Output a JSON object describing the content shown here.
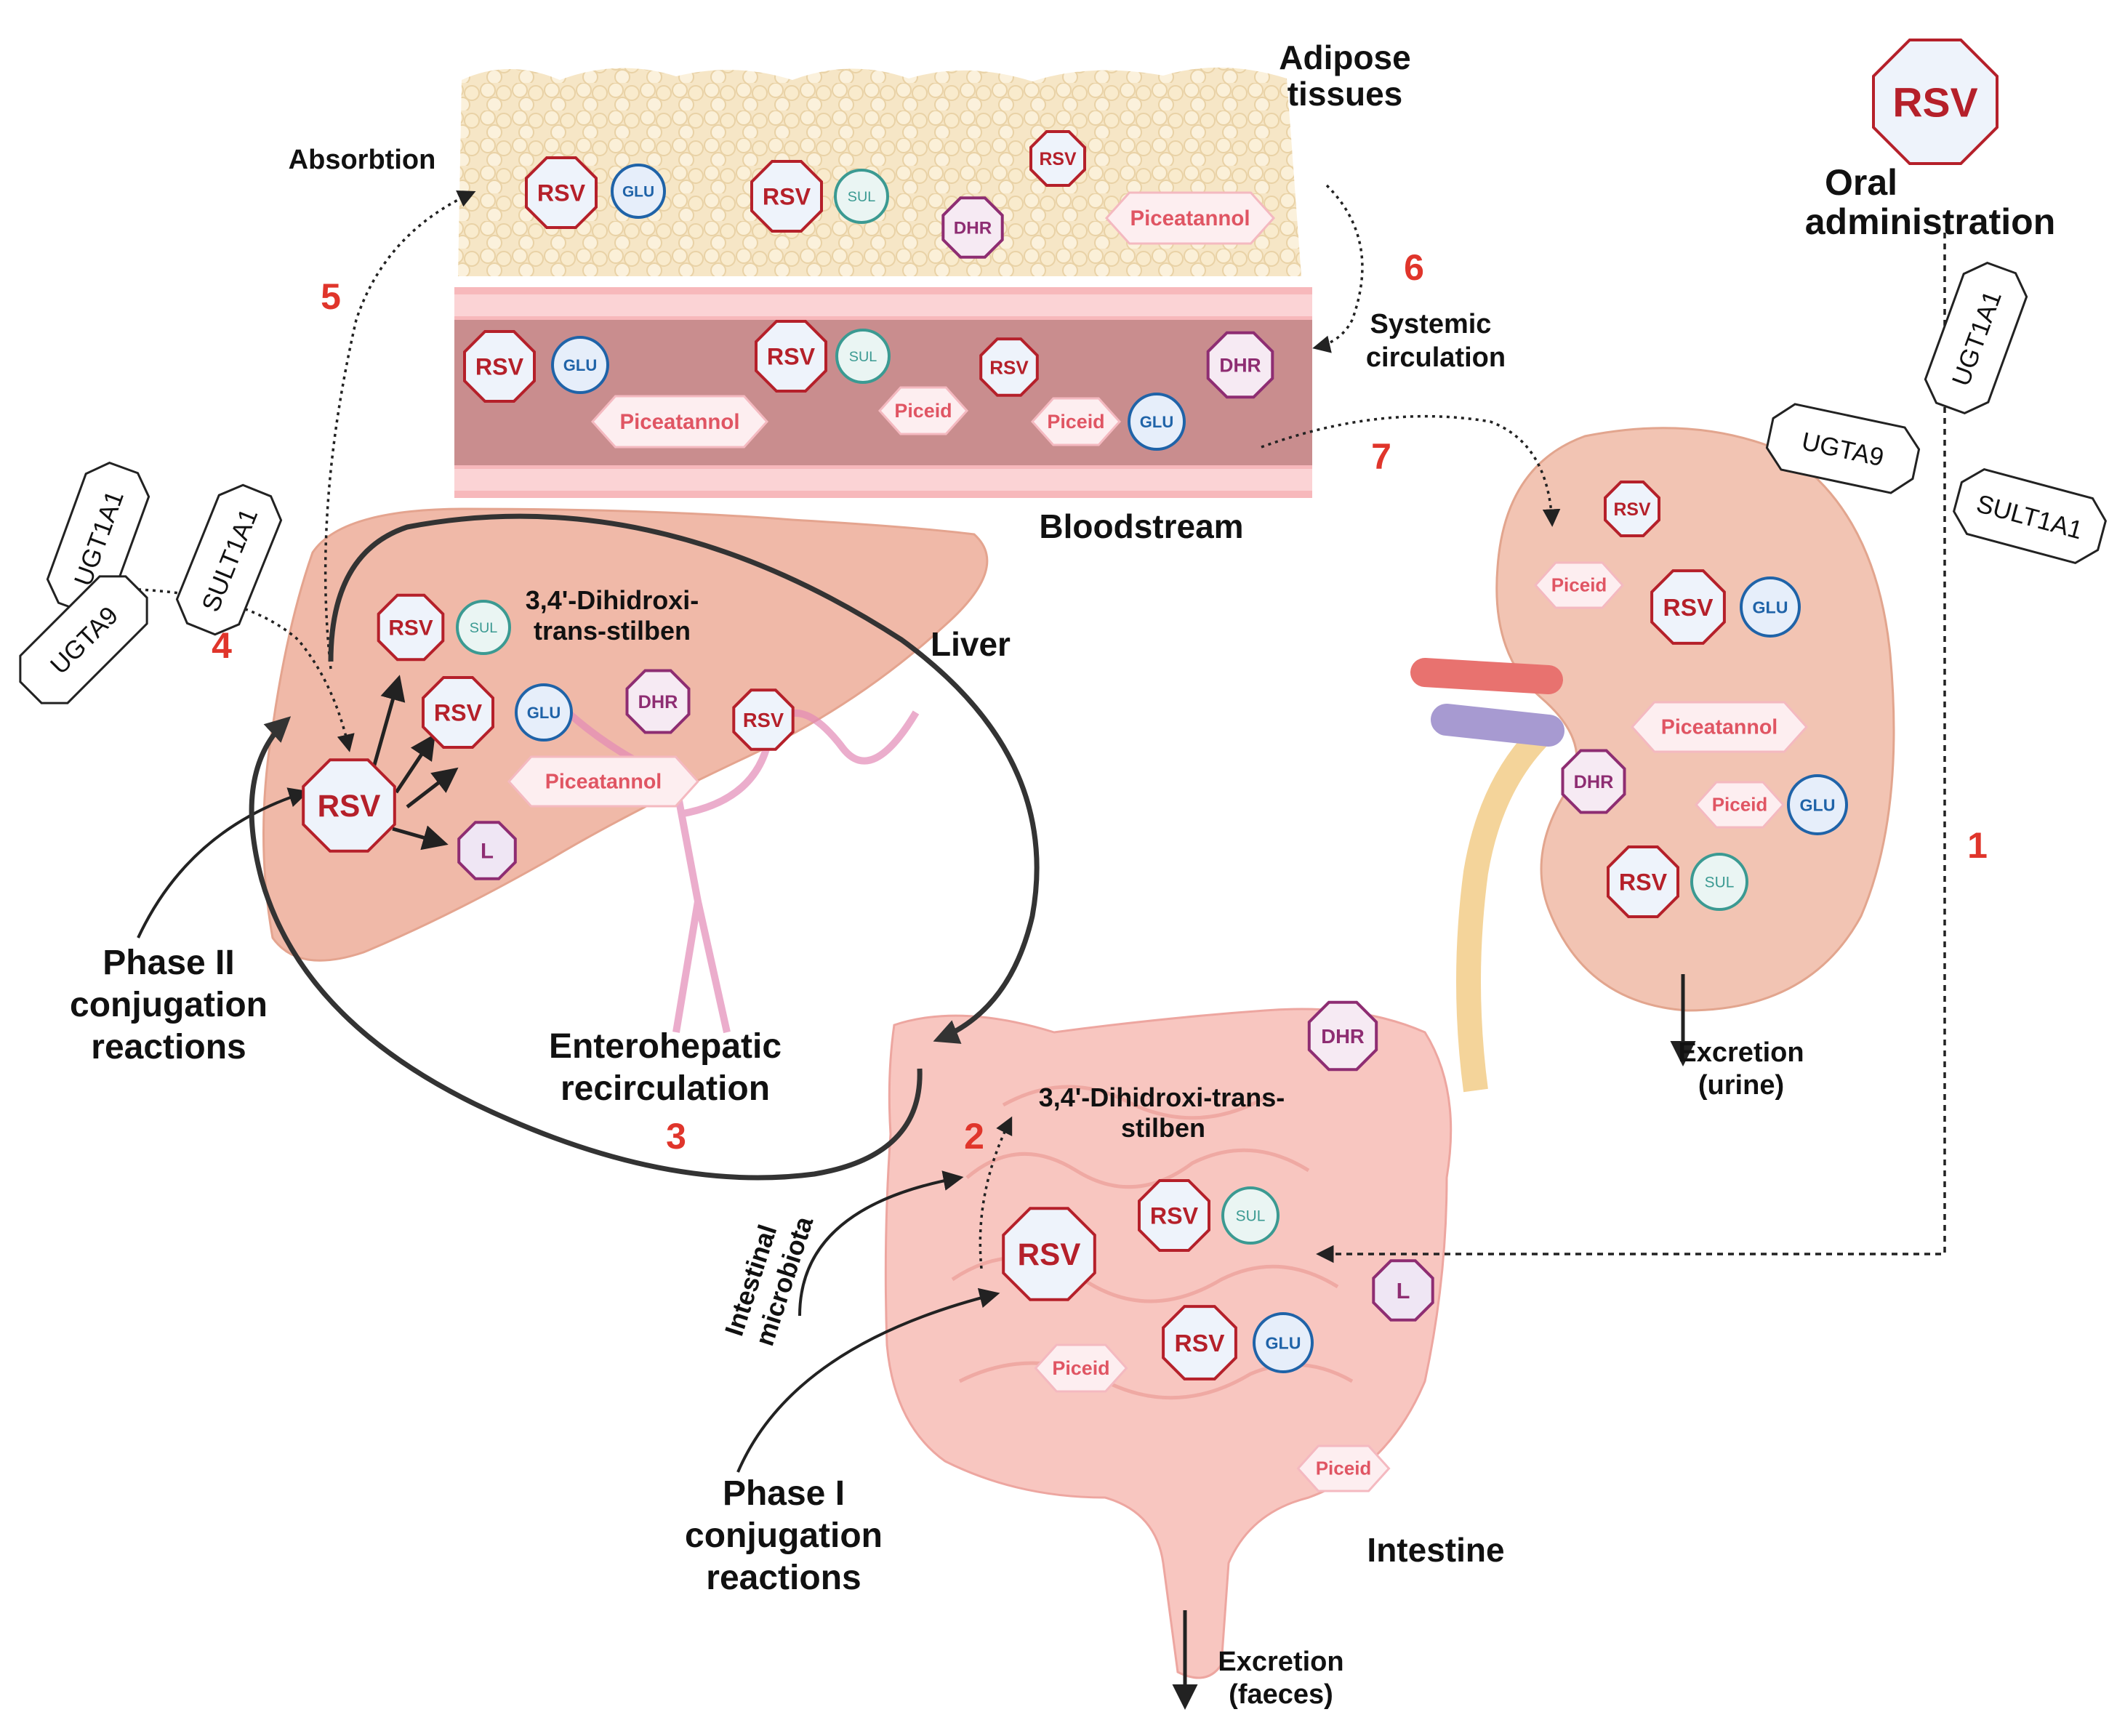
{
  "labels": {
    "adipose": [
      "Adipose",
      "tissues"
    ],
    "absorbtion": "Absorbtion",
    "oral": [
      "Oral",
      "administration"
    ],
    "systemic": [
      "Systemic",
      "circulation"
    ],
    "bloodstream": "Bloodstream",
    "liver": "Liver",
    "dihidroxi_liver": [
      "3,4'-Dihidroxi-",
      "trans-stilben"
    ],
    "dihidroxi_intestine": [
      "3,4'-Dihidroxi-trans-",
      "stilben"
    ],
    "phase2": [
      "Phase II",
      "conjugation",
      "reactions"
    ],
    "phase1": [
      "Phase I",
      "conjugation",
      "reactions"
    ],
    "enterohepatic": [
      "Enterohepatic",
      "recirculation"
    ],
    "microbiota": [
      "Intestinal",
      "microbiota"
    ],
    "intestine": "Intestine",
    "excretion_urine": [
      "Excretion",
      "(urine)"
    ],
    "excretion_faeces": [
      "Excretion",
      "(faeces)"
    ]
  },
  "steps": [
    "1",
    "2",
    "3",
    "4",
    "5",
    "6",
    "7"
  ],
  "molecules": {
    "rsv": "RSV",
    "glu": "GLU",
    "sul": "SUL",
    "dhr": "DHR",
    "piceatannol": "Piceatannol",
    "piceid": "Piceid",
    "l": "L"
  },
  "enzymes": {
    "ugt1a1": "UGT1A1",
    "ugta9": "UGTA9",
    "sult1a1": "SULT1A1"
  },
  "colors": {
    "rsv": "#b5202a",
    "glu": "#1f63a8",
    "sul": "#3b9a92",
    "dhr": "#8e2d72",
    "pink_text": "#e05563",
    "step_number": "#e0352b",
    "fat": "#f6e6c6",
    "vessel_wall": "#f7b8bb",
    "vessel_lumen": "#c98d8e",
    "liver": "#f0b9a8",
    "kidney": "#f2c4b3",
    "intestine": "#f8c6c0"
  }
}
